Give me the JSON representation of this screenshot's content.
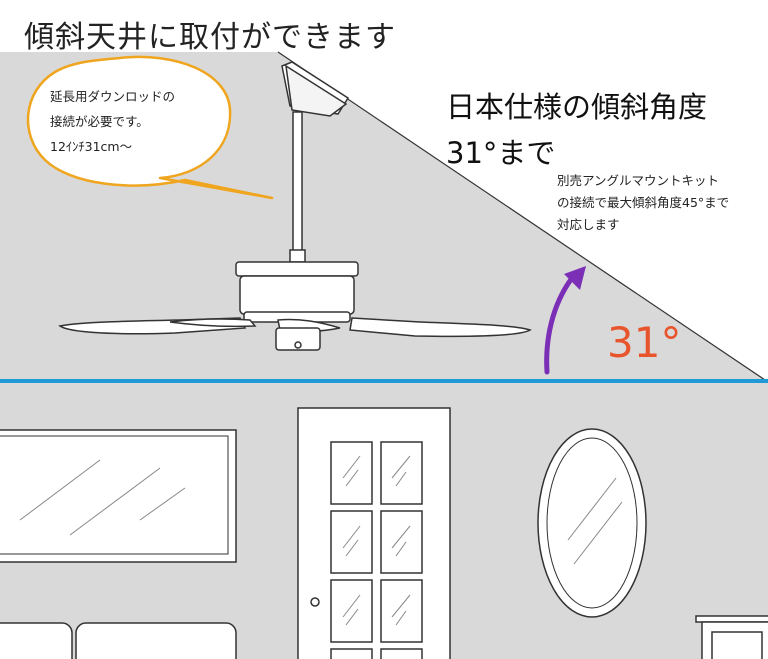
{
  "title": "傾斜天井に取付ができます",
  "bubble": {
    "line1": "延長用ダウンロッドの",
    "line2": "接続が必要です。",
    "line3": "12ｲﾝﾁ31cm〜"
  },
  "heading": {
    "line1": "日本仕様の傾斜角度",
    "line2": "31°まで"
  },
  "note": {
    "line1": "別売アングルマウントキット",
    "line2": "の接続で最大傾斜角度45°まで",
    "line3": "対応します"
  },
  "angle_label": "31°",
  "colors": {
    "wall_gray": "#d9d9d9",
    "ceiling_line": "#1f9ad6",
    "arrow_purple": "#7b2fb6",
    "angle_orange": "#e8542c",
    "bubble_stroke": "#f0a51e"
  }
}
